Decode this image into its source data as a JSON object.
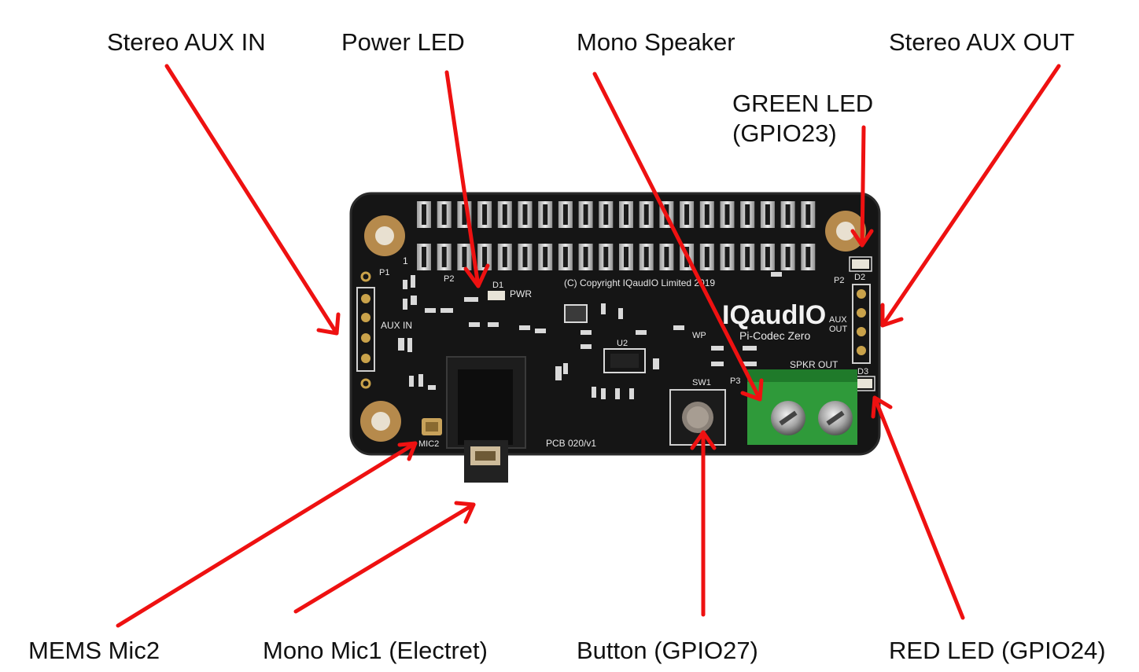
{
  "labels": {
    "stereo_aux_in": "Stereo AUX IN",
    "power_led": "Power LED",
    "mono_speaker": "Mono Speaker",
    "stereo_aux_out": "Stereo AUX OUT",
    "green_led_line1": "GREEN LED",
    "green_led_line2": "(GPIO23)",
    "mems_mic2": "MEMS Mic2",
    "mono_mic1": "Mono Mic1 (Electret)",
    "button": "Button (GPIO27)",
    "red_led": "RED LED (GPIO24)"
  },
  "board": {
    "brand": "IQaudIO",
    "product": "Pi-Codec Zero",
    "copyright": "(C) Copyright IQaudIO Limited 2019",
    "pcb_version": "PCB 020/v1",
    "silkscreen": {
      "aux_in": "AUX IN",
      "aux_out_1": "AUX",
      "aux_out_2": "OUT",
      "spkr_out": "SPKR OUT",
      "pwr": "PWR",
      "sw1": "SW1",
      "p3": "P3",
      "p2_left": "P2",
      "p2_right": "P2",
      "p1": "P1",
      "d1": "D1",
      "d2": "D2",
      "d3": "D3",
      "mic2": "MIC2",
      "u2": "U2",
      "wp": "WP",
      "pin1": "1"
    }
  },
  "colors": {
    "arrow": "#ee1111",
    "pcb": "#141414",
    "terminal_block": "#2f9a3a",
    "header_pin": "#c9c9c9"
  }
}
